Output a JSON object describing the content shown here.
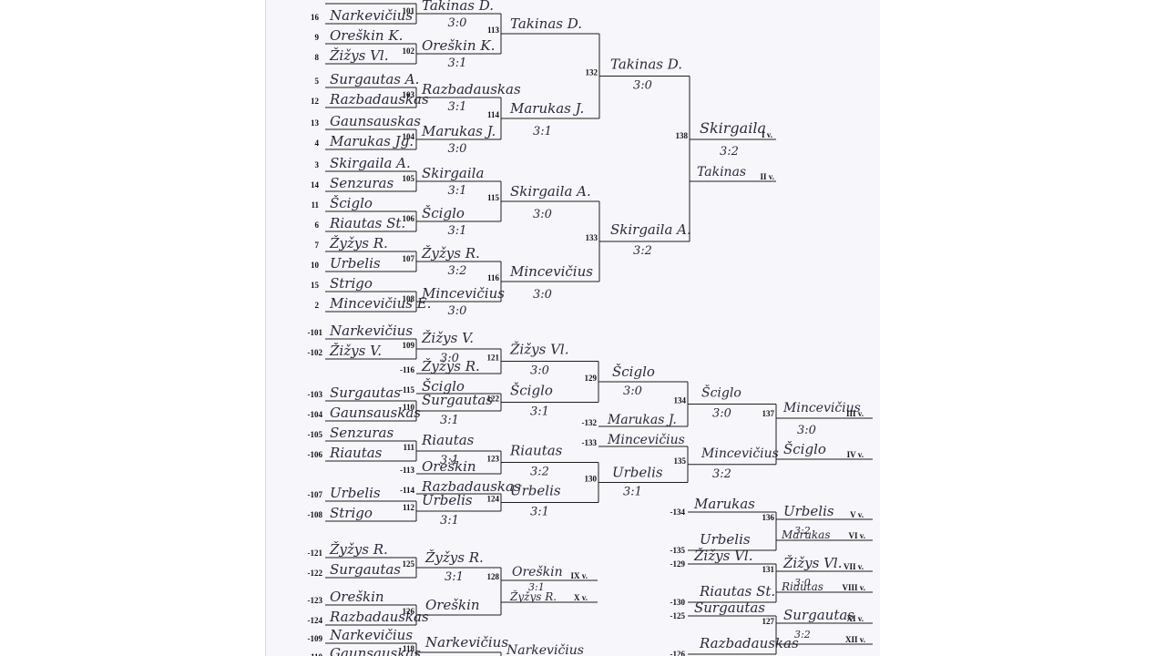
{
  "players": [
    {
      "seed": "16",
      "name": "Narkevičius"
    },
    {
      "seed": "9",
      "name": "Oreškin K."
    },
    {
      "seed": "8",
      "name": "Žižys Vl."
    },
    {
      "seed": "5",
      "name": "Surgautas A."
    },
    {
      "seed": "12",
      "name": "Razbadauskas"
    },
    {
      "seed": "13",
      "name": "Gaunsauskas"
    },
    {
      "seed": "4",
      "name": "Marukas Jg."
    },
    {
      "seed": "3",
      "name": "Skirgaila A."
    },
    {
      "seed": "14",
      "name": "Senzuras"
    },
    {
      "seed": "11",
      "name": "Šciglo"
    },
    {
      "seed": "6",
      "name": "Riautas St."
    },
    {
      "seed": "7",
      "name": "Žyžys R."
    },
    {
      "seed": "10",
      "name": "Urbelis"
    },
    {
      "seed": "15",
      "name": "Strigo"
    },
    {
      "seed": "2",
      "name": "Mincevičius E."
    }
  ],
  "round1": [
    {
      "match": "101",
      "winner": "Takinas D.",
      "score": "3:0"
    },
    {
      "match": "102",
      "winner": "Oreškin K.",
      "score": "3:1"
    },
    {
      "match": "103",
      "winner": "Razbadauskas",
      "score": "3:1"
    },
    {
      "match": "104",
      "winner": "Marukas J.",
      "score": "3:0"
    },
    {
      "match": "105",
      "winner": "Skirgaila",
      "score": "3:1"
    },
    {
      "match": "106",
      "winner": "Šciglo",
      "score": "3:1"
    },
    {
      "match": "107",
      "winner": "Žyžys R.",
      "score": "3:2"
    },
    {
      "match": "108",
      "winner": "Mincevičius",
      "score": "3:0"
    }
  ],
  "round2": [
    {
      "match": "113",
      "winner": "Takinas D.",
      "score": ""
    },
    {
      "match": "114",
      "winner": "Marukas J.",
      "score": "3:1"
    },
    {
      "match": "115",
      "winner": "Skirgaila A.",
      "score": "3:0"
    },
    {
      "match": "116",
      "winner": "Mincevičius",
      "score": "3:0"
    }
  ],
  "semis": [
    {
      "match": "132",
      "winner": "Takinas D.",
      "score": "3:0"
    },
    {
      "match": "133",
      "winner": "Skirgaila A.",
      "score": "3:2"
    }
  ],
  "final": {
    "match": "138",
    "winner": "Skirgaila",
    "place1": "I v.",
    "score": "3:2",
    "runner_up": "Takinas",
    "place2": "II v."
  },
  "cons_a": {
    "entries": [
      {
        "ref": "-101",
        "name": "Narkevičius"
      },
      {
        "ref": "-102",
        "name": "Žižys V."
      },
      {
        "ref": "-103",
        "name": "Surgautas"
      },
      {
        "ref": "-104",
        "name": "Gaunsauskas"
      },
      {
        "ref": "-105",
        "name": "Senzuras"
      },
      {
        "ref": "-106",
        "name": "Riautas"
      },
      {
        "ref": "-107",
        "name": "Urbelis"
      },
      {
        "ref": "-108",
        "name": "Strigo"
      }
    ],
    "r1": [
      {
        "match": "109",
        "winner": "Žižys V.",
        "score": "3:0"
      },
      {
        "match": "110",
        "winner": "Surgautas",
        "score": "3:1"
      },
      {
        "match": "111",
        "winner": "Riautas",
        "score": "3:1"
      },
      {
        "match": "112",
        "winner": "Urbelis",
        "score": "3:1"
      }
    ],
    "drops": [
      {
        "ref": "-116",
        "name": "Žyžys R."
      },
      {
        "ref": "-115",
        "name": "Šciglo"
      },
      {
        "ref": "-113",
        "name": "Oreškin"
      },
      {
        "ref": "-114",
        "name": "Razbadauskas"
      }
    ],
    "r2": [
      {
        "match": "121",
        "winner": "Žižys Vl.",
        "score": "3:0"
      },
      {
        "match": "122",
        "winner": "Šciglo",
        "score": "3:1"
      },
      {
        "match": "123",
        "winner": "Riautas",
        "score": "3:2"
      },
      {
        "match": "124",
        "winner": "Urbelis",
        "score": "3:1"
      }
    ],
    "r3": [
      {
        "match": "129",
        "winner": "Šciglo",
        "score": "3:0"
      },
      {
        "match": "130",
        "winner": "Urbelis",
        "score": "3:1"
      }
    ],
    "drops2": [
      {
        "ref": "-132",
        "name": "Marukas J."
      },
      {
        "ref": "-133",
        "name": "Mincevičius"
      }
    ],
    "r4": [
      {
        "match": "134",
        "winner": "Šciglo",
        "score": "3:0"
      },
      {
        "match": "135",
        "winner": "Mincevičius",
        "score": "3:2"
      }
    ],
    "r5": {
      "match": "137",
      "winner": "Mincevičius",
      "place1": "III v.",
      "score": "3:0",
      "runner_up": "Šciglo",
      "place2": "IV v."
    }
  },
  "places_5_12": {
    "m136": {
      "ref1": "-134",
      "top": "Marukas",
      "ref2": "-135",
      "bottom": "Urbelis",
      "match": "136",
      "winner": "Urbelis",
      "place1": "V v.",
      "score": "3:2",
      "loser": "Marukas",
      "place2": "VI v."
    },
    "m131": {
      "ref1": "-129",
      "top": "Žižys Vl.",
      "ref2": "-130",
      "bottom": "Riautas St.",
      "match": "131",
      "winner": "Žižys Vl.",
      "place1": "VII v.",
      "score": "3:0",
      "loser": "Riautas",
      "place2": "VIII v."
    },
    "m127": {
      "ref1": "-125",
      "top": "Surgautas",
      "ref2": "-126",
      "bottom": "Razbadauskas",
      "match": "127",
      "winner": "Surgautas",
      "place1": "XI v.",
      "score": "3:2",
      "place2": "XII v."
    }
  },
  "cons_b": {
    "entries": [
      {
        "ref": "-121",
        "name": "Žyžys R."
      },
      {
        "ref": "-122",
        "name": "Surgautas"
      },
      {
        "ref": "-123",
        "name": "Oreškin"
      },
      {
        "ref": "-124",
        "name": "Razbadauskas"
      },
      {
        "ref": "-109",
        "name": "Narkevičius"
      },
      {
        "ref": "-110",
        "name": "Gaunsauskas"
      }
    ],
    "r1": [
      {
        "match": "125",
        "winner": "Žyžys R.",
        "score": "3:1"
      },
      {
        "match": "126",
        "winner": "Oreškin",
        "score": ""
      },
      {
        "match": "118",
        "winner": "Narkevičius",
        "score": ""
      }
    ],
    "m128": {
      "match": "128",
      "winner": "Oreškin",
      "place1": "IX v.",
      "score": "3:1",
      "runner_up": "Žyžys R.",
      "place2": "X v."
    },
    "partial": "Narkevičius"
  }
}
